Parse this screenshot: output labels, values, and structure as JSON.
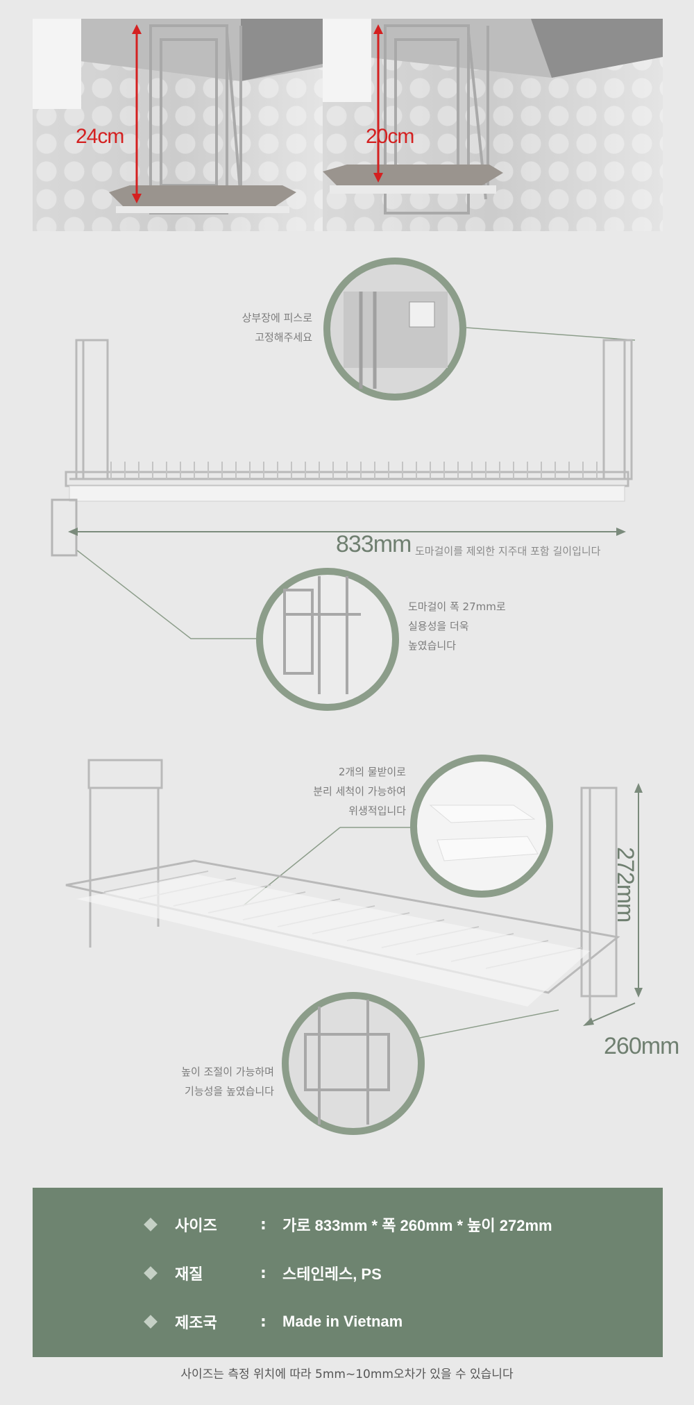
{
  "top_photos": {
    "left_height": "24cm",
    "right_height": "20cm"
  },
  "section1": {
    "callout_top": [
      "상부장에 피스로",
      "고정해주세요"
    ],
    "width_value": "833mm",
    "width_note": "도마걸이를 제외한 지주대 포함 길이입니다",
    "callout_bottom": [
      "도마걸이 폭 27mm로",
      "실용성을 더욱",
      "높였습니다"
    ]
  },
  "section2": {
    "callout_top": [
      "2개의 물받이로",
      "분리 세척이 가능하여",
      "위생적입니다"
    ],
    "height_value": "272mm",
    "depth_value": "260mm",
    "callout_bottom": [
      "높이 조절이 가능하며",
      "기능성을 높였습니다"
    ]
  },
  "specs": [
    {
      "label": "사이즈",
      "colon": ":",
      "value": "가로 833mm * 폭 260mm * 높이 272mm"
    },
    {
      "label": "재질",
      "colon": ":",
      "value": "스테인레스, PS"
    },
    {
      "label": "제조국",
      "colon": ":",
      "value": "Made in Vietnam"
    }
  ],
  "footnote": "사이즈는 측정 위치에 따라 5mm~10mm오차가 있을 수 있습니다",
  "colors": {
    "accent_green": "#6e8470",
    "ring_green": "#8c9d8a",
    "measure_red": "#d42020"
  }
}
